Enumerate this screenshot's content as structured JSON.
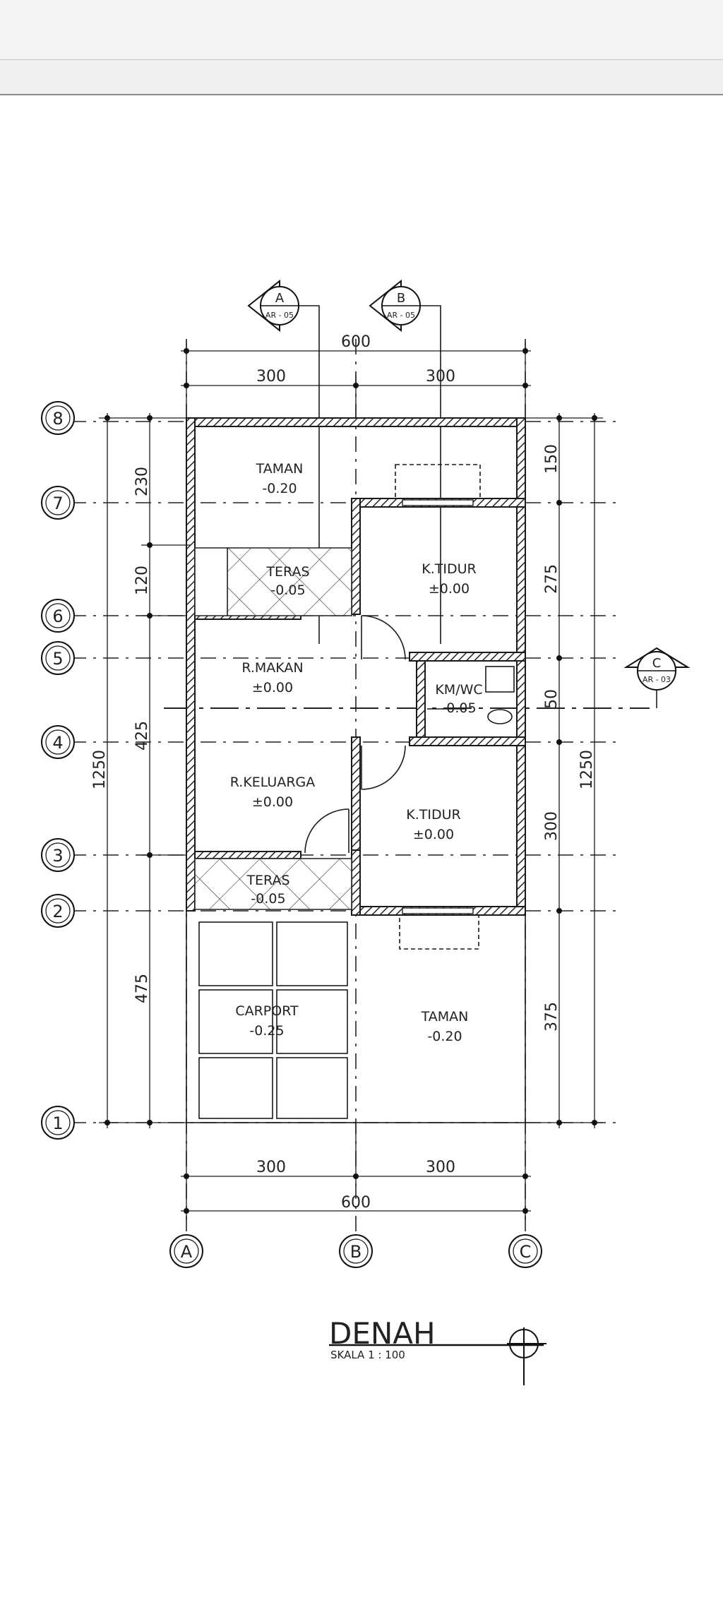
{
  "sections": [
    {
      "letter": "A",
      "sheet": "AR - 05"
    },
    {
      "letter": "B",
      "sheet": "AR - 05"
    },
    {
      "letter": "C",
      "sheet": "AR - 03"
    }
  ],
  "grid_columns": [
    "A",
    "B",
    "C"
  ],
  "grid_rows": [
    "8",
    "7",
    "6",
    "5",
    "4",
    "3",
    "2",
    "1"
  ],
  "dimensions": {
    "top_total": "600",
    "top_left": "300",
    "top_right": "300",
    "bottom_left": "300",
    "bottom_right": "300",
    "bottom_total": "600",
    "left_overall": "1250",
    "right_overall": "1250",
    "left_segments": [
      "230",
      "120",
      "425",
      "475"
    ],
    "right_segments": [
      "150",
      "275",
      "50",
      "300",
      "375"
    ]
  },
  "rooms": [
    {
      "name": "TAMAN",
      "level": "-0.20"
    },
    {
      "name": "TERAS",
      "level": "-0.05"
    },
    {
      "name": "K.TIDUR",
      "level": "±0.00"
    },
    {
      "name": "R.MAKAN",
      "level": "±0.00"
    },
    {
      "name": "KM/WC",
      "level": "-0.05"
    },
    {
      "name": "R.KELUARGA",
      "level": "±0.00"
    },
    {
      "name": "K.TIDUR",
      "level": "±0.00"
    },
    {
      "name": "TERAS",
      "level": "-0.05"
    },
    {
      "name": "CARPORT",
      "level": "-0.25"
    },
    {
      "name": "TAMAN",
      "level": "-0.20"
    }
  ],
  "drawing_title": "DENAH",
  "drawing_scale": "SKALA 1 : 100"
}
